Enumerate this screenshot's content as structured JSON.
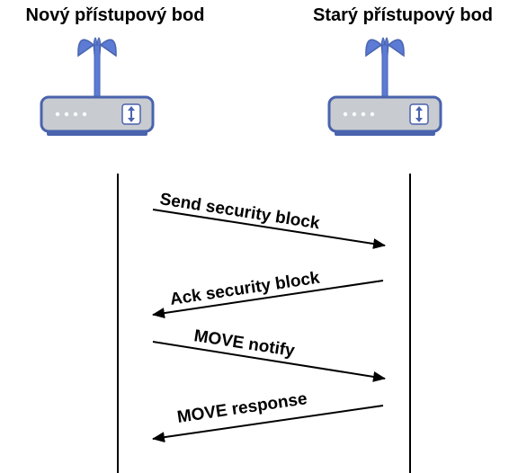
{
  "access_points": {
    "new": {
      "title": "Nový přístupový bod",
      "icon": "wireless-router-icon"
    },
    "old": {
      "title": "Starý přístupový bod",
      "icon": "wireless-router-icon"
    }
  },
  "messages": [
    {
      "label": "Send security block",
      "direction": "new-to-old"
    },
    {
      "label": "Ack security block",
      "direction": "old-to-new"
    },
    {
      "label": "MOVE notify",
      "direction": "new-to-old"
    },
    {
      "label": "MOVE response",
      "direction": "old-to-new"
    }
  ],
  "colors": {
    "router_body": "#c8cbd0",
    "router_outline": "#4a63ad",
    "router_antenna": "#5b7bd5",
    "line": "#000000"
  }
}
